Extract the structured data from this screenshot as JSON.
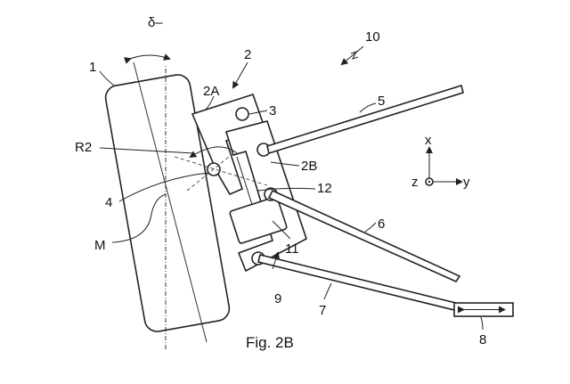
{
  "figure": {
    "caption": "Fig. 2B",
    "assembly_label": "10",
    "angle_label": "δ–",
    "rotation_label": "R2",
    "centerline_label": "M",
    "labels": {
      "wheel": "1",
      "carrier": "2",
      "carrier_upper": "2A",
      "carrier_lower": "2B",
      "joint_upper": "3",
      "pivot": "4",
      "arm_upper": "5",
      "arm_lower": "6",
      "tie_rod": "7",
      "actuator": "8",
      "joint_tie_rod": "9",
      "block": "11",
      "guide": "12"
    },
    "axes": {
      "x": "x",
      "y": "y",
      "z": "z"
    }
  }
}
